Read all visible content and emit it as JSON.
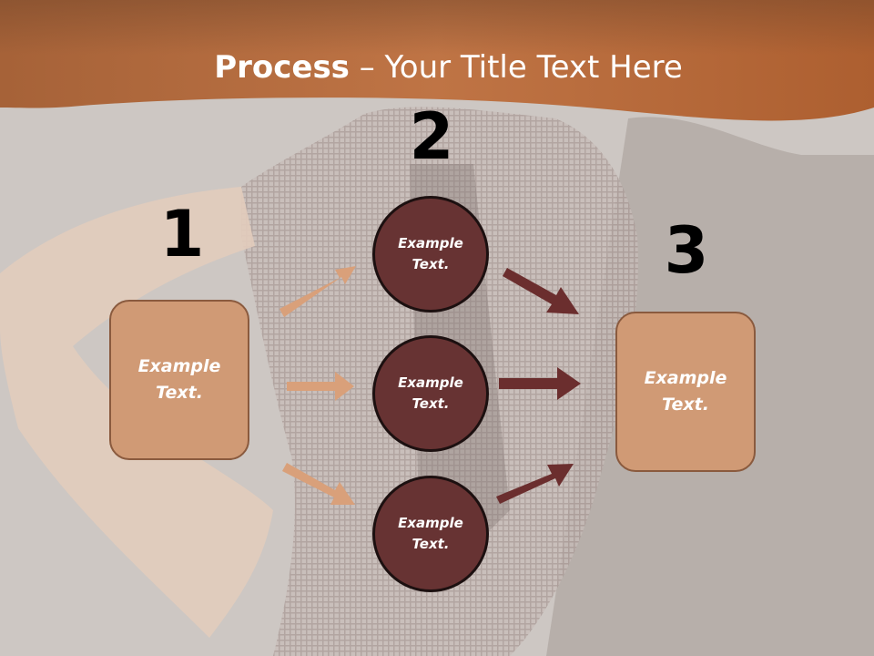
{
  "title": {
    "bold": "Process",
    "rest": " – Your Title Text Here"
  },
  "steps": {
    "one": "1",
    "two": "2",
    "three": "3"
  },
  "left_box": {
    "text": "Example Text."
  },
  "right_box": {
    "text": "Example Text."
  },
  "circles": [
    {
      "text": "Example Text."
    },
    {
      "text": "Example Text."
    },
    {
      "text": "Example Text."
    }
  ],
  "colors": {
    "header": "#b86a3c",
    "box": "#d09a75",
    "circle": "#673333",
    "arrow_light": "#d9a07a",
    "arrow_dark": "#6b2e2e"
  }
}
